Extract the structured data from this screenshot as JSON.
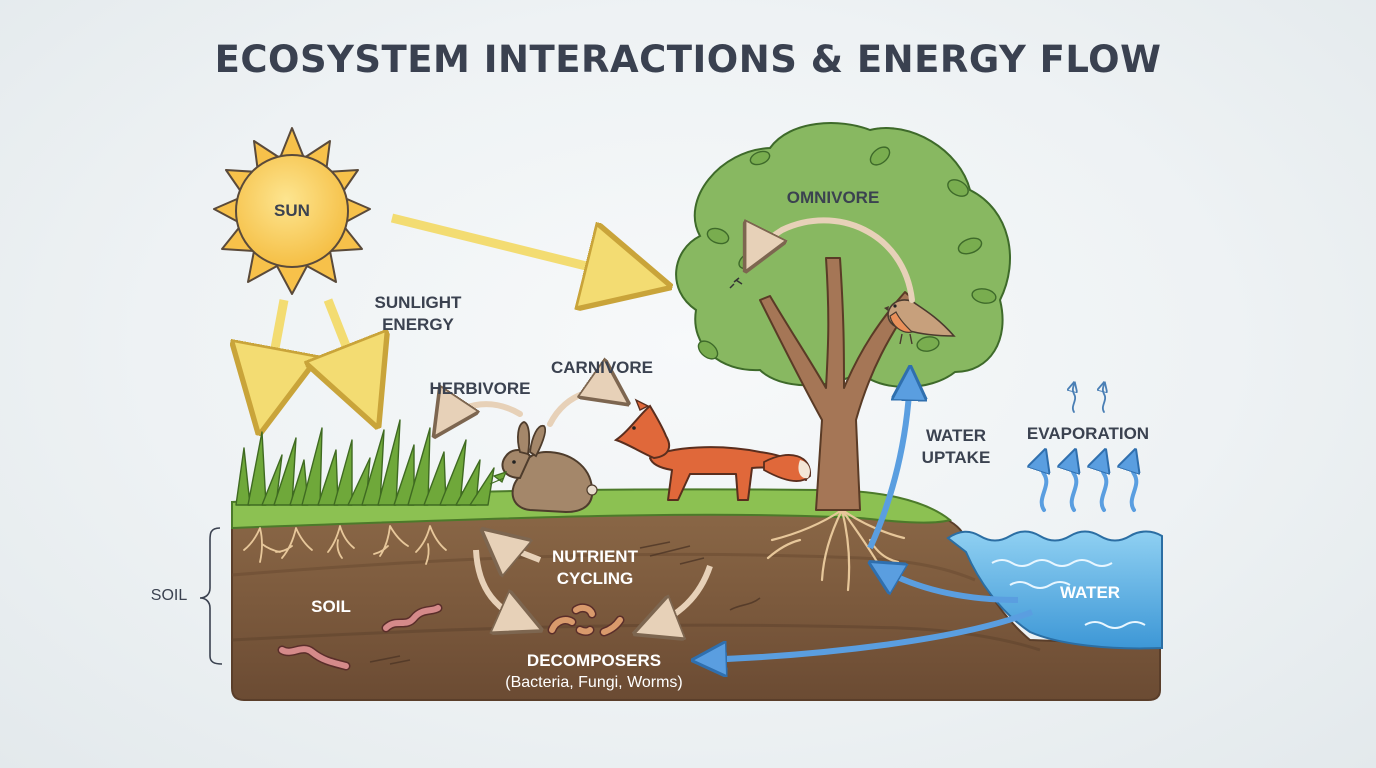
{
  "title": "ECOSYSTEM INTERACTIONS & ENERGY FLOW",
  "labels": {
    "sun": "SUN",
    "sunlight_line1": "SUNLIGHT",
    "sunlight_line2": "ENERGY",
    "herbivore": "HERBIVORE",
    "carnivore": "CARNIVORE",
    "omnivore": "OMNIVORE",
    "water_uptake_line1": "WATER",
    "water_uptake_line2": "UPTAKE",
    "evaporation": "EVAPORATION",
    "nutrient_line1": "NUTRIENT",
    "nutrient_line2": "CYCLING",
    "soil_bracket": "SOIL",
    "soil_inner": "SOIL",
    "water": "WATER",
    "decomposers": "DECOMPOSERS",
    "decomposers_sub": "(Bacteria, Fungi, Worms)"
  },
  "colors": {
    "sun": "#f5b93a",
    "sunlight_arrow": "#f3dc72",
    "grass": "#7cb547",
    "soil_top": "#8a6646",
    "soil_bottom": "#6f4e35",
    "water": "#3f9fd8",
    "water_arrow": "#4a90d9",
    "text": "#3b4250"
  }
}
